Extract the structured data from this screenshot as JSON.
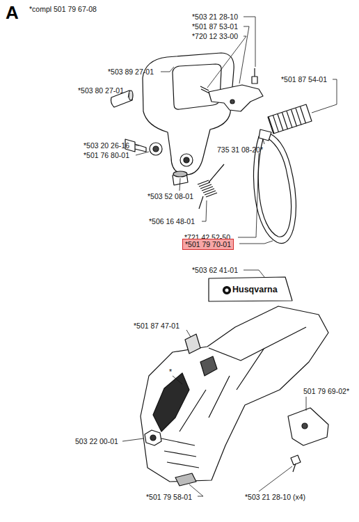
{
  "diagram": {
    "title": "A",
    "nodes": [
      {
        "text": [
          "*501 79 70-01"
        ]
      }
    ],
    "labels": [
      "*compl 501 79 67-08",
      "*503 21 28-10",
      "*501 87 53-01",
      "*720 12 33-00",
      "*503 89 27-01",
      "*501 87 54-01",
      "*503 80 27-01",
      "*503 20 26-16",
      "*501 76 80-01",
      "735 31 08-20*",
      "*503 52 08-01",
      "*506 16 48-01",
      "*721 42 52-50",
      "*503 62 41-01",
      "Husqvarna",
      "*501 87 47-01",
      "*",
      "501 79 69-02*",
      "503 22 00-01",
      "*501 79 58-01",
      "*503 21 28-10 (x4)"
    ]
  }
}
